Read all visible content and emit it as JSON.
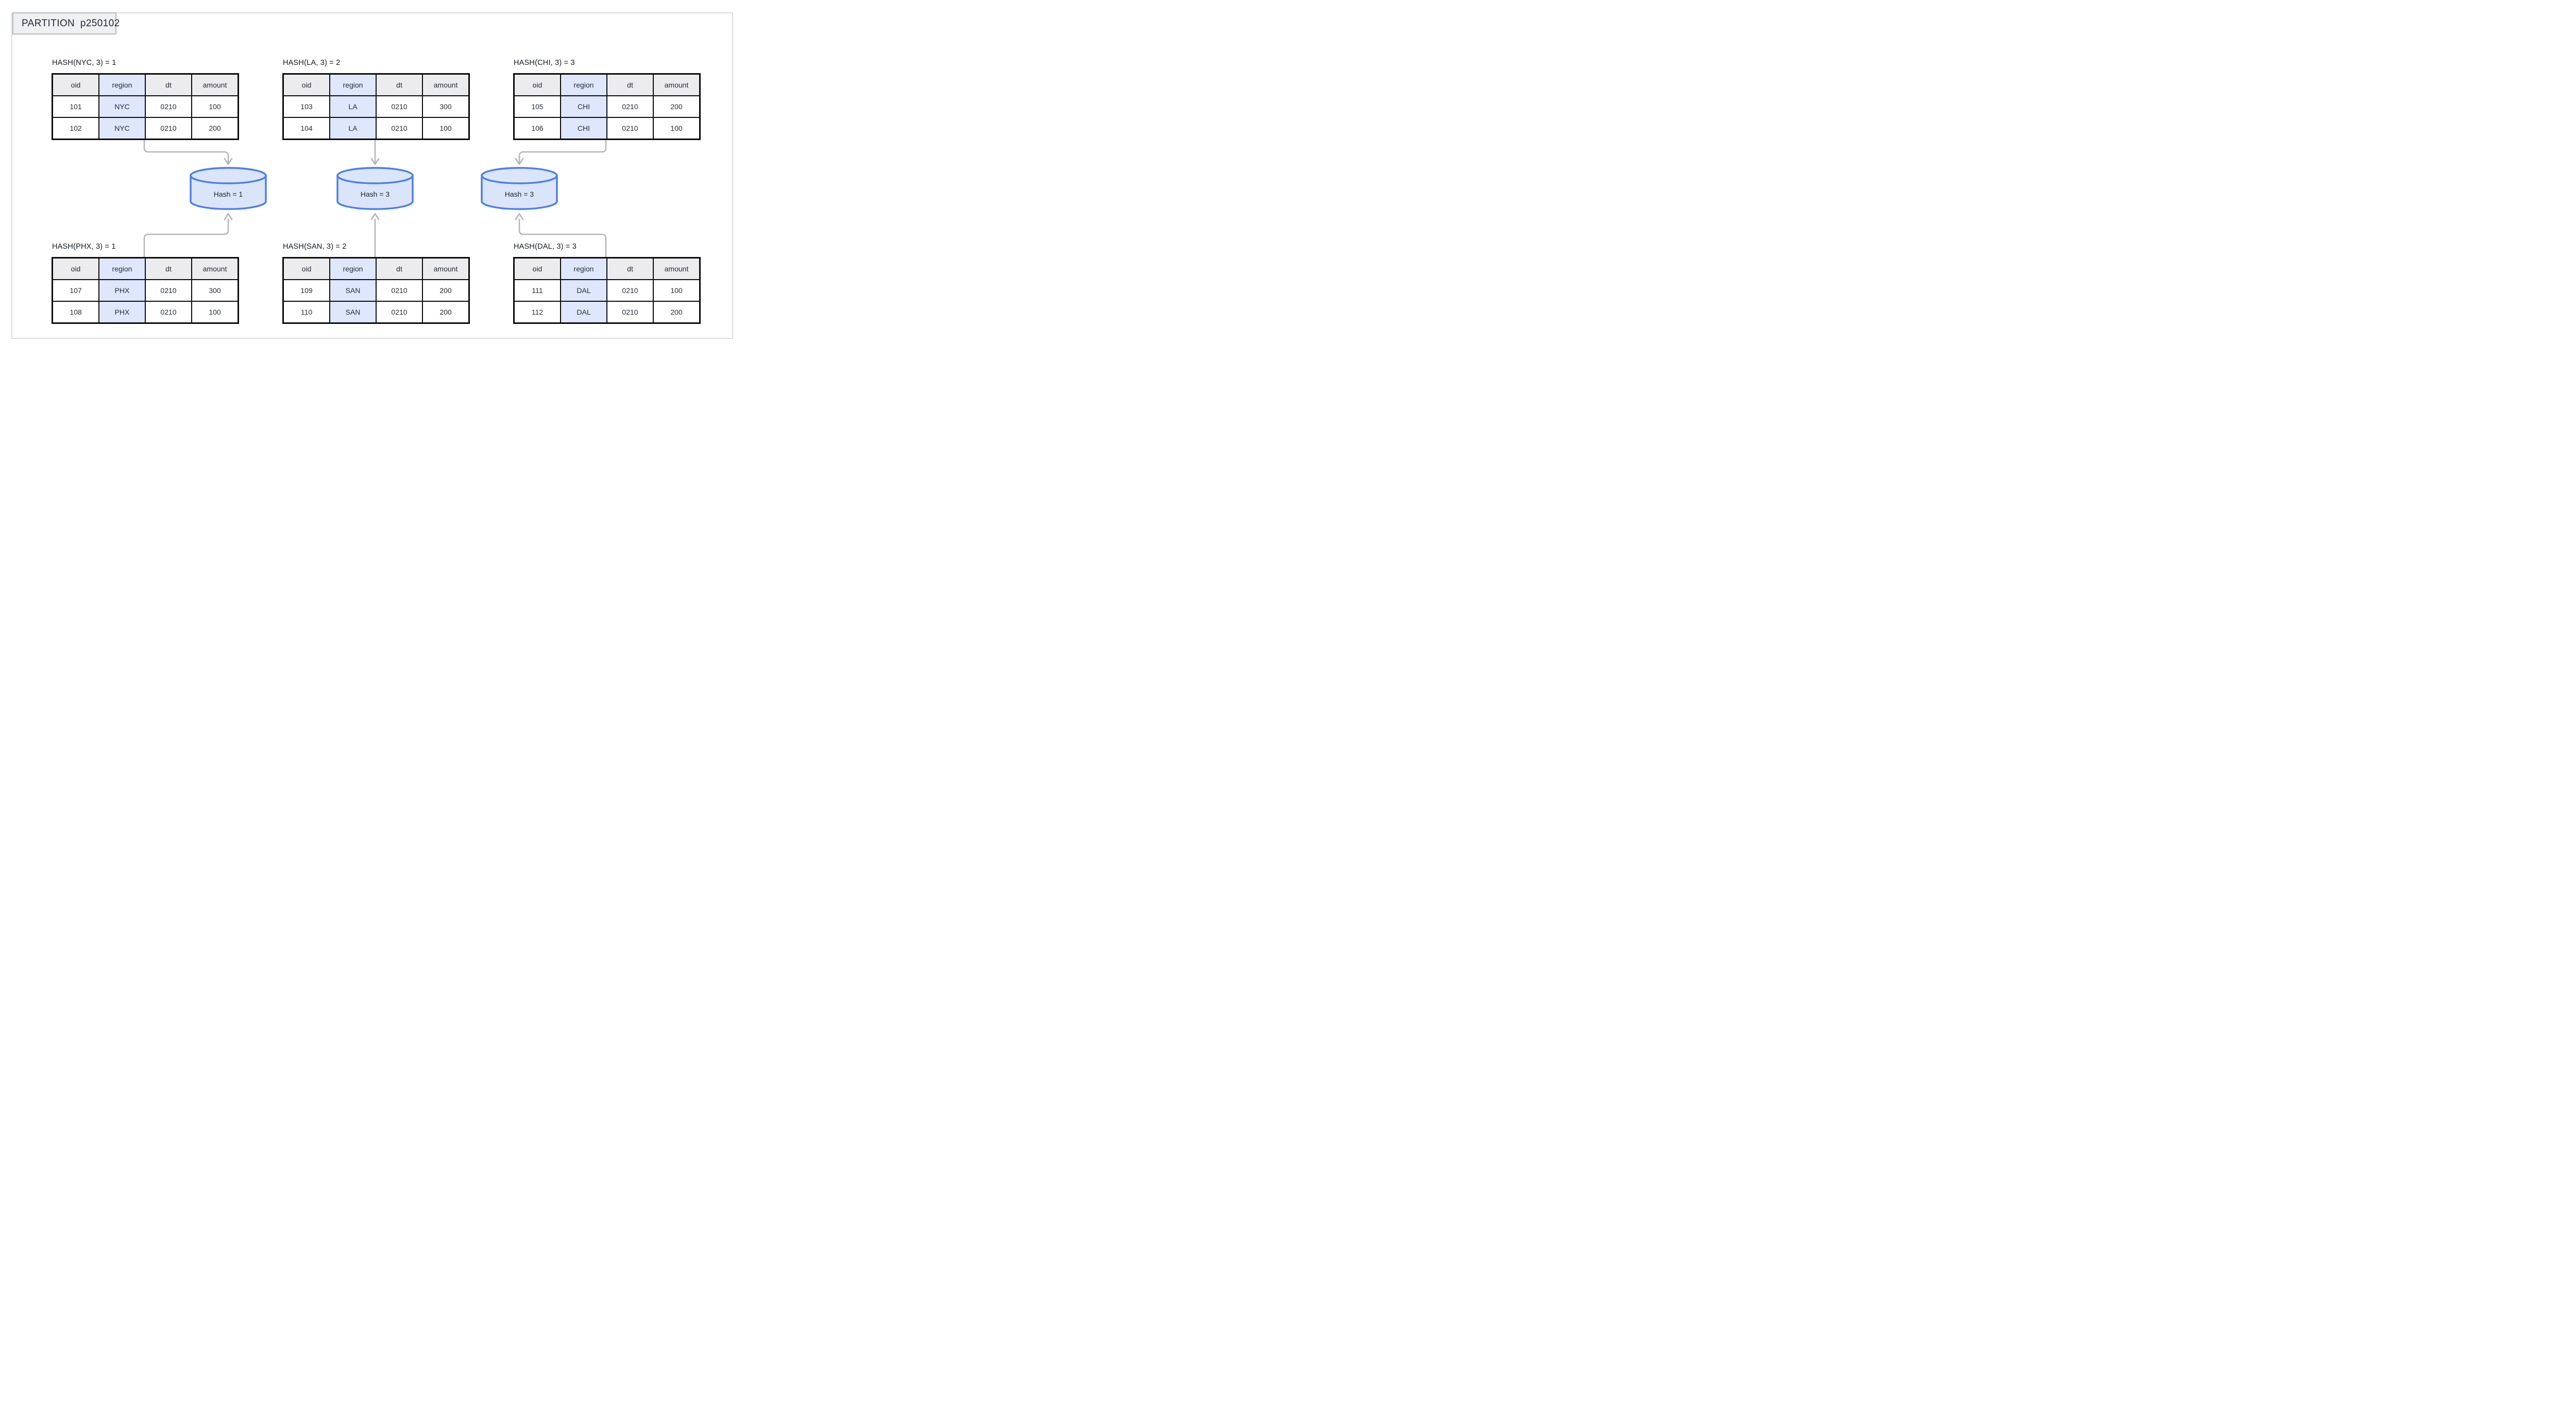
{
  "partition_label": "PARTITION p250102",
  "columns": [
    "oid",
    "region",
    "dt",
    "amount"
  ],
  "tables": [
    {
      "id": "nyc",
      "title": "HASH(NYC, 3) = 1",
      "rows": [
        [
          "101",
          "NYC",
          "0210",
          "100"
        ],
        [
          "102",
          "NYC",
          "0210",
          "200"
        ]
      ]
    },
    {
      "id": "la",
      "title": "HASH(LA, 3) = 2",
      "rows": [
        [
          "103",
          "LA",
          "0210",
          "300"
        ],
        [
          "104",
          "LA",
          "0210",
          "100"
        ]
      ]
    },
    {
      "id": "chi",
      "title": "HASH(CHI, 3) = 3",
      "rows": [
        [
          "105",
          "CHI",
          "0210",
          "200"
        ],
        [
          "106",
          "CHI",
          "0210",
          "100"
        ]
      ]
    },
    {
      "id": "phx",
      "title": "HASH(PHX, 3) = 1",
      "rows": [
        [
          "107",
          "PHX",
          "0210",
          "300"
        ],
        [
          "108",
          "PHX",
          "0210",
          "100"
        ]
      ]
    },
    {
      "id": "san",
      "title": "HASH(SAN, 3) = 2",
      "rows": [
        [
          "109",
          "SAN",
          "0210",
          "200"
        ],
        [
          "110",
          "SAN",
          "0210",
          "200"
        ]
      ]
    },
    {
      "id": "dal",
      "title": "HASH(DAL, 3) = 3",
      "rows": [
        [
          "111",
          "DAL",
          "0210",
          "100"
        ],
        [
          "112",
          "DAL",
          "0210",
          "200"
        ]
      ]
    }
  ],
  "cylinders": [
    {
      "label": "Hash = 1"
    },
    {
      "label": "Hash = 3"
    },
    {
      "label": "Hash = 3"
    }
  ],
  "colors": {
    "frame-border": "#dcdddf",
    "label-bg": "#eef0f2",
    "label-border": "#b6bac1",
    "text-dark": "#232933",
    "title-color": "#12181f",
    "table-border": "#0b0b0b",
    "header-bg": "#ececee",
    "region-bg": "#dee7fb",
    "cyl-stroke": "#4a7de9",
    "cyl-fill": "#dbe5fa",
    "arrow": "#b4b6b8"
  }
}
